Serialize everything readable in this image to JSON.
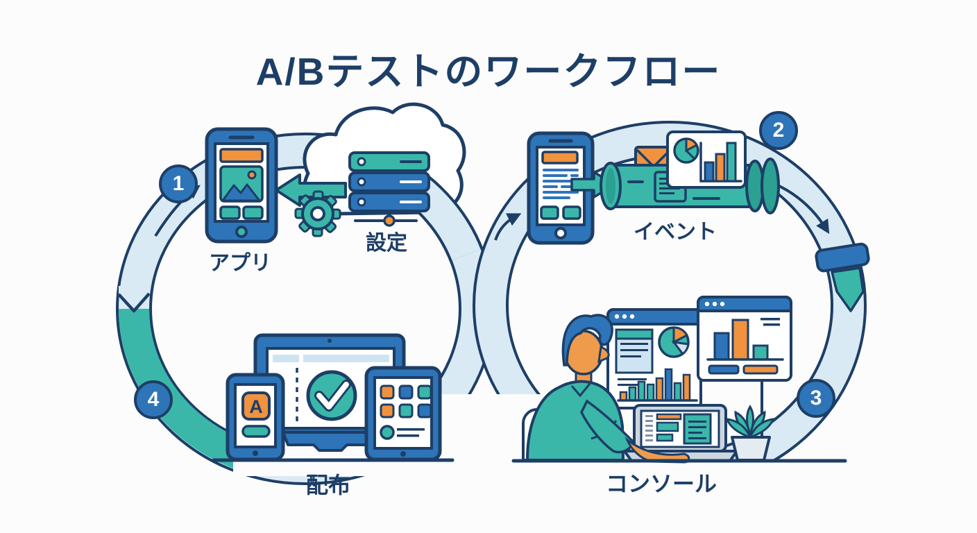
{
  "title": "A/Bテストのワークフロー",
  "labels": {
    "app": "アプリ",
    "config": "設定",
    "event": "イベント",
    "distribution": "配布",
    "console": "コンソール"
  },
  "badges": [
    {
      "value": "1"
    },
    {
      "value": "2"
    },
    {
      "value": "3"
    },
    {
      "value": "4"
    }
  ],
  "app_icon_letter": "A",
  "colors": {
    "navy": "#1d3e66",
    "blue": "#2e74b8",
    "teal": "#3ab7a9",
    "teal_dark": "#2ba093",
    "pale_blue": "#d9eaf4",
    "panel_blue": "#cfe4f2",
    "orange": "#f0923e",
    "skin": "#f09b4b",
    "silver": "#ccd6de",
    "background": "#fcfcfd"
  }
}
